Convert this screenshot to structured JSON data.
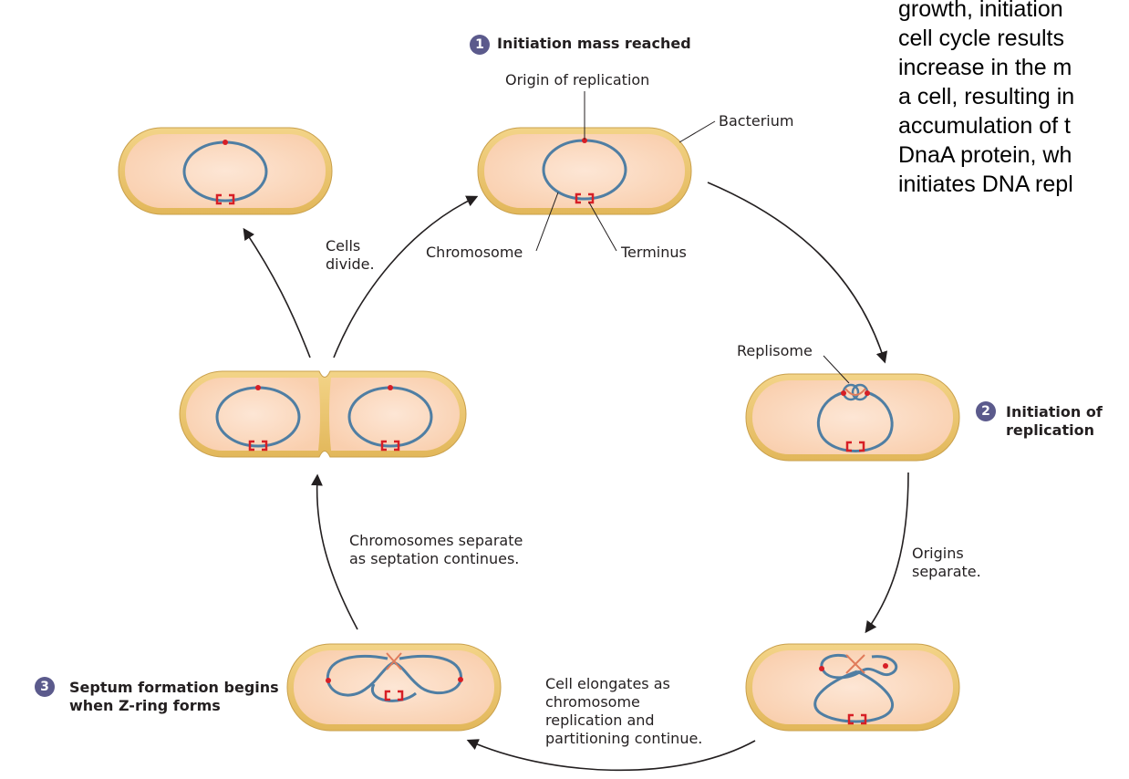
{
  "colors": {
    "cell_fill": "#fbdcc6",
    "cell_wall": "#e9c36c",
    "chromosome": "#4f7ea3",
    "origin": "#d71f26",
    "terminus": "#d71f26",
    "badge": "#5b5a8c",
    "arrow": "#231f20"
  },
  "steps": [
    {
      "number": "1",
      "label": "Initiation mass reached"
    },
    {
      "number": "2",
      "label_line1": "Initiation of",
      "label_line2": "replication"
    },
    {
      "number": "3",
      "label_line1": "Septum formation begins",
      "label_line2": "when Z-ring forms"
    }
  ],
  "labels": {
    "origin": "Origin of replication",
    "bacterium": "Bacterium",
    "chromosome": "Chromosome",
    "terminus": "Terminus",
    "replisome": "Replisome",
    "cells_divide_1": "Cells",
    "cells_divide_2": "divide.",
    "origins_separate_1": "Origins",
    "origins_separate_2": "separate.",
    "separate_1": "Chromosomes separate",
    "separate_2": "as septation continues.",
    "elongate_1": "Cell elongates as",
    "elongate_2": "chromosome",
    "elongate_3": "replication and",
    "elongate_4": "partitioning continue."
  },
  "side_text": [
    "growth, initiation",
    "cell cycle results",
    "increase in the m",
    "a cell, resulting in",
    "accumulation of t",
    "DnaA protein, wh",
    "initiates DNA repl"
  ]
}
